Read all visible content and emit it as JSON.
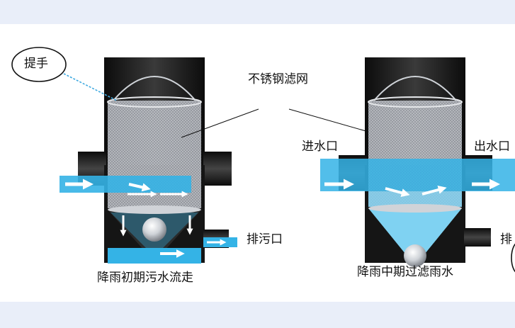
{
  "labels": {
    "handle": "提手",
    "screen": "不锈钢滤网",
    "inlet": "进水口",
    "outlet": "出水口",
    "drain_left": "排污口",
    "drain_right": "排"
  },
  "captions": {
    "left": "降雨初期污水流走",
    "right": "降雨中期过滤雨水"
  },
  "colors": {
    "body": "#151515",
    "water": "#34b3e6",
    "water_light": "#7fd2f2",
    "arrow": "#ffffff",
    "background": "#e9eef9"
  }
}
